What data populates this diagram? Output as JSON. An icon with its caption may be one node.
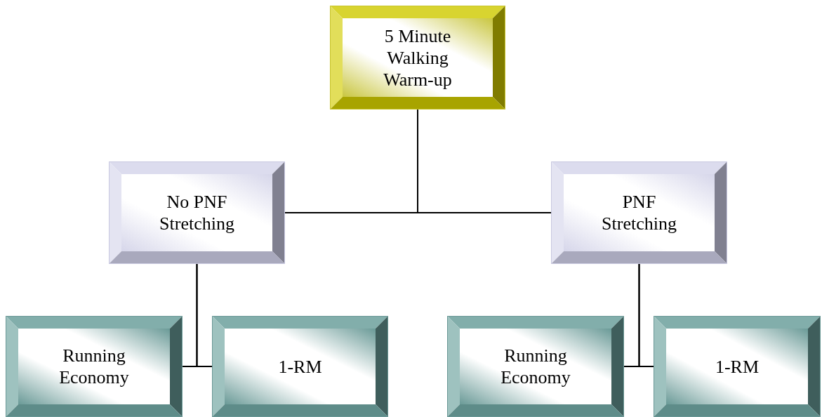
{
  "diagram": {
    "nodes": [
      {
        "text": [
          "5 Minute Walking Warm-up"
        ]
      },
      {
        "text": [
          "No PNF Stretching"
        ]
      },
      {
        "text": [
          "PNF Stretching"
        ]
      },
      {
        "text": [
          "Running Economy"
        ]
      },
      {
        "text": [
          "1-RM"
        ]
      },
      {
        "text": [
          "Running Economy"
        ]
      },
      {
        "text": [
          "1-RM"
        ]
      }
    ],
    "edges": [
      {
        "from": 0,
        "to": 1,
        "arrow": "none"
      },
      {
        "from": 0,
        "to": 2,
        "arrow": "none"
      },
      {
        "from": 1,
        "to": 3,
        "arrow": "none"
      },
      {
        "from": 1,
        "to": 4,
        "arrow": "none"
      },
      {
        "from": 2,
        "to": 5,
        "arrow": "none"
      },
      {
        "from": 2,
        "to": 6,
        "arrow": "none"
      }
    ]
  }
}
